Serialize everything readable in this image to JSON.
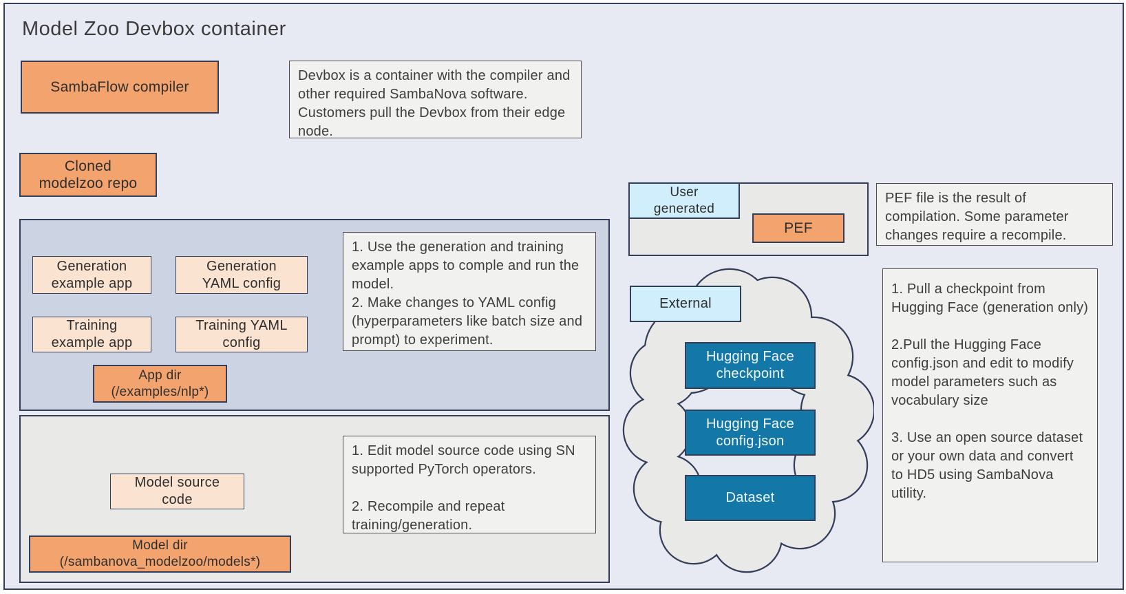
{
  "diagram": {
    "title": "Model Zoo Devbox container"
  },
  "shapes": {
    "sambaflow_compiler": "SambaFlow compiler",
    "cloned_modelzoo_repo": "Cloned\nmodelzoo repo",
    "generation_example_app": "Generation\nexample app",
    "generation_yaml_config": "Generation\nYAML config",
    "training_example_app": "Training\nexample app",
    "training_yaml_config": "Training YAML\nconfig",
    "app_dir": "App dir\n(/examples/nlp*)",
    "model_source_code": "Model source\ncode",
    "model_dir": "Model dir\n(/sambanova_modelzoo/models*)",
    "user_generated": "User\ngenerated",
    "pef": "PEF",
    "external": "External",
    "hugging_face_checkpoint": "Hugging Face\ncheckpoint",
    "hugging_face_config_json": "Hugging Face\nconfig.json",
    "dataset": "Dataset"
  },
  "notes": {
    "devbox": "Devbox is a container with the compiler and other required SambaNova software. Customers pull the Devbox from their edge node.",
    "apps": "1. Use the generation and training example apps to comple and run the model.\n2. Make changes to YAML config (hyperparameters like batch size and prompt) to experiment.",
    "model": "1. Edit model source code using SN supported PyTorch operators.\n\n2. Recompile and repeat training/generation.",
    "pef": "PEF file is the result of compilation. Some parameter changes require a recompile.",
    "external": "1. Pull a checkpoint from Hugging Face (generation only)\n\n2.Pull the Hugging Face config.json and edit to modify model parameters such as vocabulary size\n\n3. Use an open source dataset or your own data and convert to HD5 using SambaNova utility."
  },
  "colors": {
    "canvas_lavender": "#E7EAF3",
    "panel_blue_gray": "#CCD4E3",
    "panel_gray": "#E9E9E8",
    "note_gray": "#F1F1F0",
    "accent_orange": "#F3A36E",
    "light_peach": "#FBE3D1",
    "light_cyan": "#D0EEFB",
    "teal": "#1377A7",
    "border_navy": "#323E5A"
  }
}
